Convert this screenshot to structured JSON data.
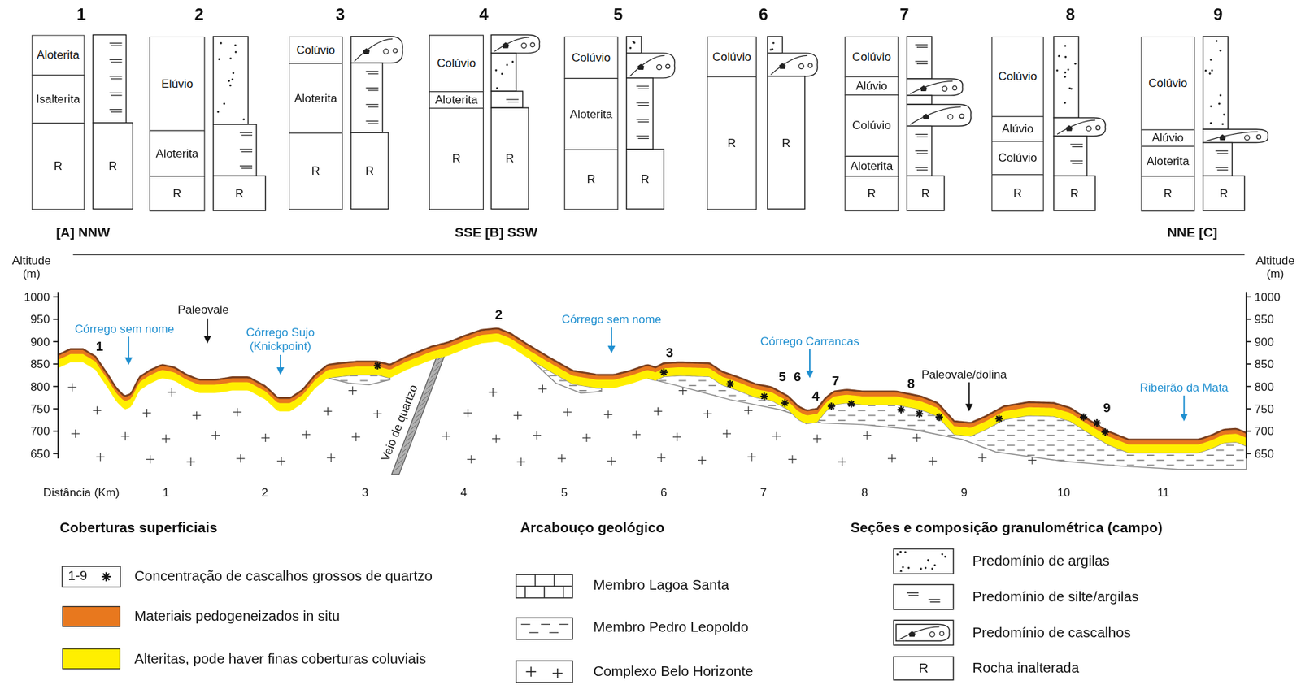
{
  "diagram": {
    "nodes": [
      {
        "text": [
          "Aloterita"
        ]
      },
      {
        "text": [
          "Isalterita"
        ]
      },
      {
        "text": [
          "R"
        ]
      },
      {
        "text": [
          "R"
        ]
      },
      {
        "text": [
          "Elúvio"
        ]
      },
      {
        "text": [
          "Aloterita"
        ]
      },
      {
        "text": [
          "R"
        ]
      },
      {
        "text": [
          "R"
        ]
      },
      {
        "text": [
          "Colúvio"
        ]
      },
      {
        "text": [
          "Aloterita"
        ]
      },
      {
        "text": [
          "R"
        ]
      },
      {
        "text": [
          "R"
        ]
      },
      {
        "text": [
          "Colúvio"
        ]
      },
      {
        "text": [
          "Aloterita"
        ]
      },
      {
        "text": [
          "R"
        ]
      },
      {
        "text": [
          "R"
        ]
      },
      {
        "text": [
          "Colúvio"
        ]
      },
      {
        "text": [
          "Aloterita"
        ]
      },
      {
        "text": [
          "R"
        ]
      },
      {
        "text": [
          "R"
        ]
      },
      {
        "text": [
          "Colúvio"
        ]
      },
      {
        "text": [
          "R"
        ]
      },
      {
        "text": [
          "R"
        ]
      },
      {
        "text": [
          "Colúvio"
        ]
      },
      {
        "text": [
          "Alúvio"
        ]
      },
      {
        "text": [
          "Colúvio"
        ]
      },
      {
        "text": [
          "Aloterita"
        ]
      },
      {
        "text": [
          "R"
        ]
      },
      {
        "text": [
          "R"
        ]
      },
      {
        "text": [
          "Colúvio"
        ]
      },
      {
        "text": [
          "Alúvio"
        ]
      },
      {
        "text": [
          "Colúvio"
        ]
      },
      {
        "text": [
          "R"
        ]
      },
      {
        "text": [
          "R"
        ]
      },
      {
        "text": [
          "Colúvio"
        ]
      },
      {
        "text": [
          "Alúvio"
        ]
      },
      {
        "text": [
          "Aloterita"
        ]
      },
      {
        "text": [
          "R"
        ]
      },
      {
        "text": [
          "R"
        ]
      }
    ],
    "labels": [
      "1",
      "2",
      "3",
      "4",
      "5",
      "6",
      "7",
      "8",
      "9",
      "[A] NNW",
      "SSE [B] SSW",
      "NNE [C]",
      "Altitude (m)",
      "1000",
      "950",
      "900",
      "850",
      "800",
      "750",
      "700",
      "650",
      "Altitude (m)",
      "1000",
      "950",
      "900",
      "850",
      "800",
      "750",
      "700",
      "650",
      "Distância (Km)",
      "1",
      "2",
      "3",
      "4",
      "5",
      "6",
      "7",
      "8",
      "9",
      "10",
      "11",
      "Córrego sem nome",
      "1",
      "Paleovale",
      "Córrego Sujo (Knickpoint)",
      "Veio de quartzo",
      "2",
      "Córrego sem nome",
      "3",
      "Córrego Carrancas",
      "5",
      "6",
      "4",
      "7",
      "Paleovale/dolina",
      "8",
      "9",
      "Ribeirão da Mata",
      "Coberturas superficiais",
      "1-9",
      "Arcabouço geológico",
      "Seções e composição granulométrica (campo)",
      "R"
    ],
    "legend": [
      {
        "text": "Concentração de cascalhos grossos de quartzo"
      },
      {
        "text": "Materiais pedogeneizados in situ",
        "color": "#e8781e"
      },
      {
        "text": "Alteritas, pode haver finas coberturas coluviais",
        "color": "#ffef00"
      },
      {
        "text": "Membro Lagoa Santa"
      },
      {
        "text": "Membro Pedro Leopoldo"
      },
      {
        "text": "Complexo Belo Horizonte"
      },
      {
        "text": "Predomínio de argilas"
      },
      {
        "text": "Predomínio de silte/argilas"
      },
      {
        "text": "Predomínio de cascalhos"
      },
      {
        "text": "Rocha inalterada"
      }
    ]
  }
}
